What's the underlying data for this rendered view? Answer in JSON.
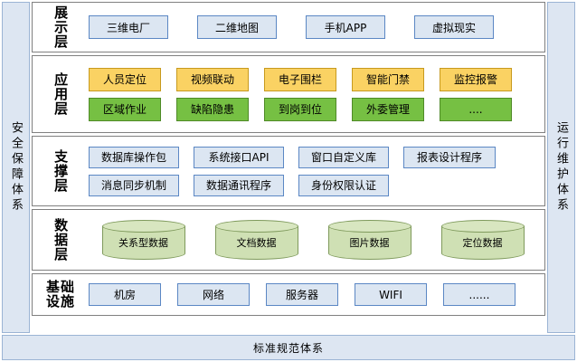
{
  "rails": {
    "left": {
      "name": "security-guarantee-system",
      "text": "安全保障体系"
    },
    "right": {
      "name": "operation-maintenance-system",
      "text": "运行维护体系"
    }
  },
  "bottom_bar": {
    "text": "标准规范体系"
  },
  "colors": {
    "rail_bg": "#DDE6F2",
    "rail_border": "#9BB4D4",
    "node_blue_bg": "#DCE6F2",
    "node_blue_border": "#5B87C4",
    "node_orange_bg": "#FAD263",
    "node_orange_border": "#C79A1E",
    "node_green_bg": "#76C043",
    "node_green_border": "#4F8A27",
    "cylinder_bg": "#CFE0B4",
    "cylinder_border": "#7F9A5C",
    "layer_border": "#808080"
  },
  "layers": [
    {
      "id": "presentation",
      "label": "展示层",
      "label_style": "vertical",
      "rows": [
        {
          "nodes": [
            {
              "text": "三维电厂",
              "style": "blue"
            },
            {
              "text": "二维地图",
              "style": "blue"
            },
            {
              "text": "手机APP",
              "style": "blue"
            },
            {
              "text": "虚拟现实",
              "style": "blue"
            }
          ]
        }
      ]
    },
    {
      "id": "application",
      "label": "应用层",
      "label_style": "vertical",
      "rows": [
        {
          "nodes": [
            {
              "text": "人员定位",
              "style": "orange"
            },
            {
              "text": "视频联动",
              "style": "orange"
            },
            {
              "text": "电子围栏",
              "style": "orange"
            },
            {
              "text": "智能门禁",
              "style": "orange"
            },
            {
              "text": "监控报警",
              "style": "orange"
            }
          ]
        },
        {
          "nodes": [
            {
              "text": "区域作业",
              "style": "green"
            },
            {
              "text": "缺陷隐患",
              "style": "green"
            },
            {
              "text": "到岗到位",
              "style": "green"
            },
            {
              "text": "外委管理",
              "style": "green"
            },
            {
              "text": "....",
              "style": "green"
            }
          ]
        }
      ]
    },
    {
      "id": "support",
      "label": "支撑层",
      "label_style": "vertical",
      "rows": [
        {
          "nodes": [
            {
              "text": "数据库操作包",
              "style": "blue"
            },
            {
              "text": "系统接口API",
              "style": "blue"
            },
            {
              "text": "窗口自定义库",
              "style": "blue"
            },
            {
              "text": "报表设计程序",
              "style": "blue"
            }
          ]
        },
        {
          "nodes": [
            {
              "text": "消息同步机制",
              "style": "blue"
            },
            {
              "text": "数据通讯程序",
              "style": "blue"
            },
            {
              "text": "身份权限认证",
              "style": "blue"
            }
          ]
        }
      ]
    },
    {
      "id": "data",
      "label": "数据层",
      "label_style": "vertical",
      "cylinders": [
        {
          "text": "关系型数据"
        },
        {
          "text": "文档数据"
        },
        {
          "text": "图片数据"
        },
        {
          "text": "定位数据"
        }
      ]
    },
    {
      "id": "infrastructure",
      "label": "基础\n设施",
      "label_line1": "基础",
      "label_line2": "设施",
      "label_style": "two-line",
      "rows": [
        {
          "nodes": [
            {
              "text": "机房",
              "style": "blue"
            },
            {
              "text": "网络",
              "style": "blue"
            },
            {
              "text": "服务器",
              "style": "blue"
            },
            {
              "text": "WIFI",
              "style": "blue"
            },
            {
              "text": "......",
              "style": "blue"
            }
          ]
        }
      ]
    }
  ]
}
